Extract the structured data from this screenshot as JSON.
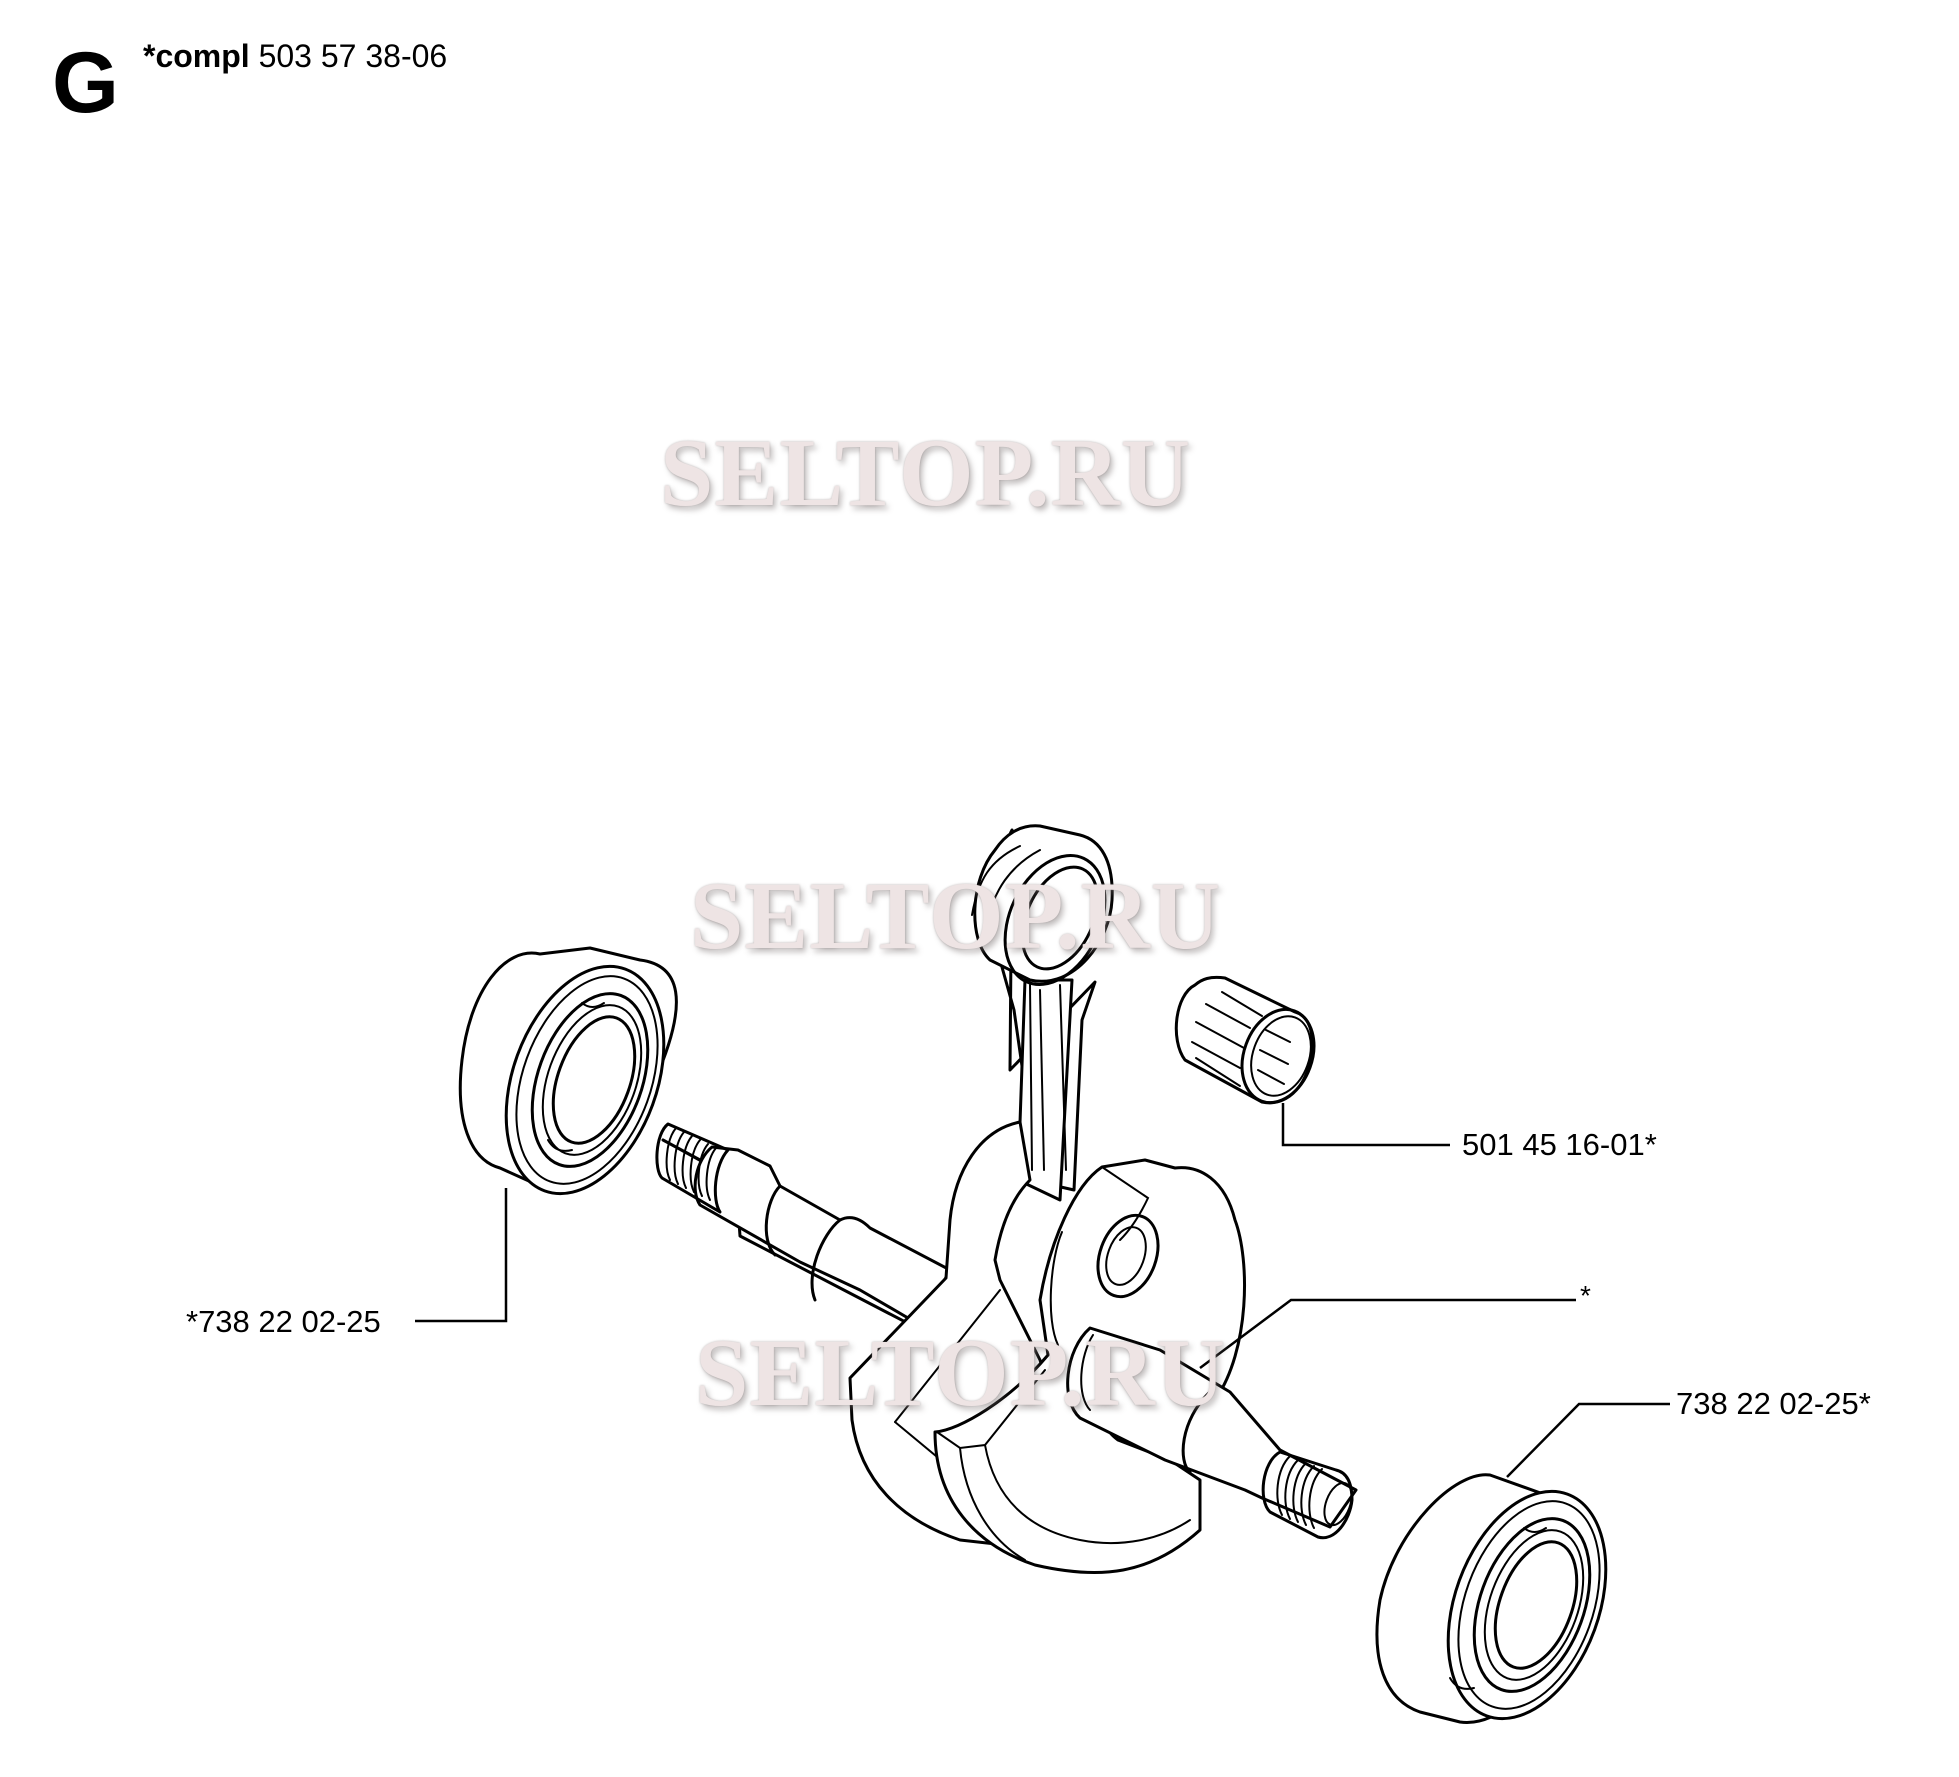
{
  "header": {
    "section_letter": "G",
    "assembly_prefix": "*compl",
    "assembly_number": "503 57 38-06"
  },
  "watermarks": [
    {
      "text": "SELTOP.RU"
    },
    {
      "text": "SELTOP.RU"
    },
    {
      "text": "SELTOP.RU"
    }
  ],
  "parts": [
    {
      "id": "left-bearing",
      "label": "*738 22 02-25",
      "description": "ball bearing (left)"
    },
    {
      "id": "needle-bearing",
      "label": "501 45 16-01*",
      "description": "needle bearing"
    },
    {
      "id": "crankshaft",
      "label": "*",
      "description": "crankshaft with connecting rod"
    },
    {
      "id": "right-bearing",
      "label": "738 22 02-25*",
      "description": "ball bearing (right)"
    }
  ],
  "colors": {
    "line": "#000000",
    "background": "#ffffff",
    "watermark": "#eee4e4"
  }
}
